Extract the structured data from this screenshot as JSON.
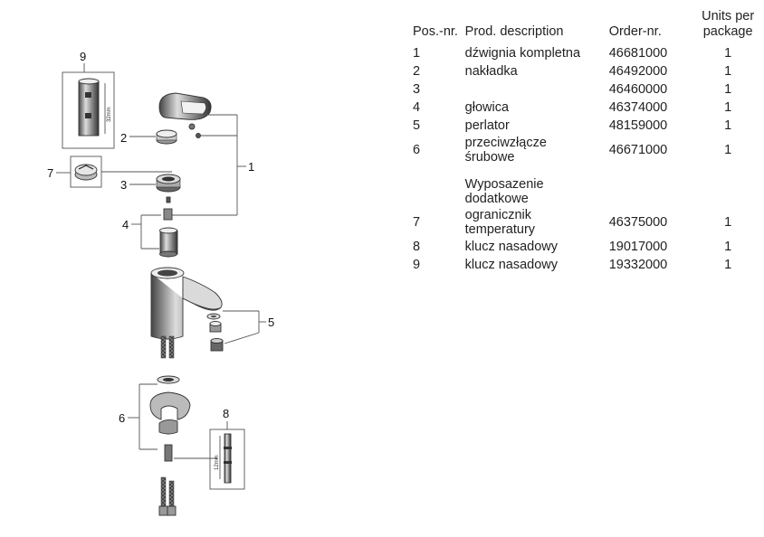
{
  "table": {
    "headers": {
      "pos": "Pos.-nr.",
      "desc": "Prod. description",
      "order": "Order-nr.",
      "units_line1": "Units per",
      "units_line2": "package"
    },
    "rows": [
      {
        "pos": "1",
        "desc": "dźwignia kompletna",
        "desc2": "",
        "order": "46681000",
        "units": "1"
      },
      {
        "pos": "2",
        "desc": "nakładka",
        "desc2": "",
        "order": "46492000",
        "units": "1"
      },
      {
        "pos": "3",
        "desc": "",
        "desc2": "",
        "order": "46460000",
        "units": "1"
      },
      {
        "pos": "4",
        "desc": "głowica",
        "desc2": "",
        "order": "46374000",
        "units": "1"
      },
      {
        "pos": "5",
        "desc": "perlator",
        "desc2": "",
        "order": "48159000",
        "units": "1"
      },
      {
        "pos": "6",
        "desc": "przeciwzłącze",
        "desc2": "śrubowe",
        "order": "46671000",
        "units": "1"
      }
    ],
    "accessories_heading_line1": "Wyposazenie",
    "accessories_heading_line2": "dodatkowe",
    "accessory_rows": [
      {
        "pos": "7",
        "desc": "ogranicznik",
        "desc2": "temperatury",
        "order": "46375000",
        "units": "1"
      },
      {
        "pos": "8",
        "desc": "klucz nasadowy",
        "desc2": "",
        "order": "19017000",
        "units": "1"
      },
      {
        "pos": "9",
        "desc": "klucz nasadowy",
        "desc2": "",
        "order": "19332000",
        "units": "1"
      }
    ]
  },
  "diagram": {
    "callouts": {
      "c1": "1",
      "c2": "2",
      "c3": "3",
      "c4": "4",
      "c5": "5",
      "c6": "6",
      "c7": "7",
      "c8": "8",
      "c9": "9"
    },
    "dims": {
      "d9": "32mm",
      "d8": "12mm"
    }
  }
}
